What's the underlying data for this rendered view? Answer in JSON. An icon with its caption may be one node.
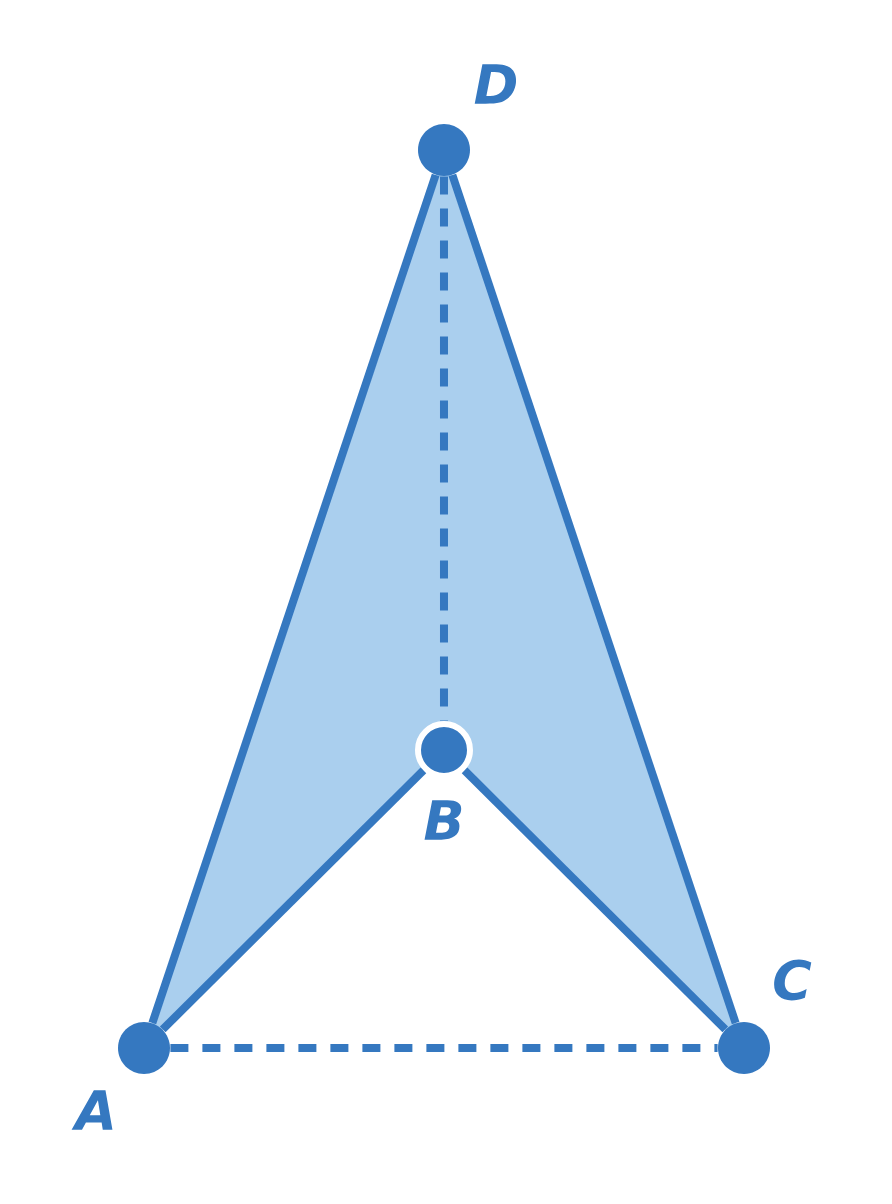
{
  "diagram": {
    "nodes": [
      {
        "text": [],
        "shape": "circle",
        "beside": [
          "D"
        ]
      },
      {
        "text": [],
        "shape": "circle",
        "beside": [
          "B"
        ]
      },
      {
        "text": [],
        "shape": "circle",
        "beside": [
          "C"
        ]
      },
      {
        "text": [],
        "shape": "circle",
        "beside": [
          "A"
        ]
      }
    ],
    "edges": [
      {
        "from": 3,
        "to": 0,
        "arrow": "none"
      },
      {
        "from": 0,
        "to": 2,
        "arrow": "none"
      },
      {
        "from": 3,
        "to": 1,
        "arrow": "none"
      },
      {
        "from": 1,
        "to": 2,
        "arrow": "none"
      },
      {
        "from": 0,
        "to": 1,
        "arrow": "none",
        "style": "dashed"
      },
      {
        "from": 3,
        "to": 2,
        "arrow": "none",
        "style": "dashed"
      }
    ]
  }
}
